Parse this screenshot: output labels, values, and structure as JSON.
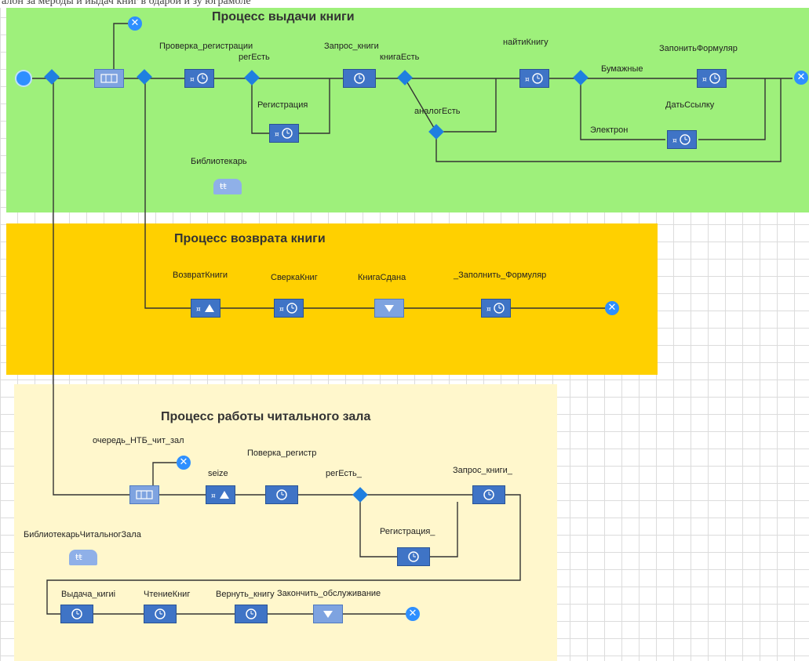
{
  "top_strip": {
    "text": "алон за мероды и иыдач книг в одарой и зу юграмоле"
  },
  "pools": {
    "issue": {
      "title": "Процесс выдачи книги",
      "color": "#9ef07b",
      "labels": {
        "check_reg": "Проверка_регистрации",
        "regEst": "регЕсть",
        "request": "Запрос_книги",
        "bookEst": "книгаЕсть",
        "find": "найтиКнигу",
        "fill": "ЗапонитьФормуляр",
        "paper": "Бумажные",
        "registration": "Регистрация",
        "analog": "аналогЕсть",
        "link": "ДатьСсылку",
        "electron": "Электрон",
        "librarian": "Библиотекарь"
      }
    },
    "return": {
      "title": "Процесс возврата книги",
      "color": "#ffd000",
      "labels": {
        "return_book": "ВозвратКниги",
        "reconcile": "СверкаКниг",
        "handed": "КнигаСдана",
        "fill": "_Заполнить_Формуляр"
      }
    },
    "reading": {
      "title": "Процесс работы читального зала",
      "color": "#fff7cc",
      "labels": {
        "queue": "очередь_НТБ_чит_зал",
        "seize": "seize",
        "check": "Поверка_регистр",
        "regEst": "регЕсть_",
        "request": "Запрос_книги_",
        "registration": "Регистрация_",
        "librarian": "БиблиотекарьЧитальногЗала",
        "finish": "Закончить_обслуживание",
        "issue": "Выдача_кигиi",
        "read": "ЧтениеКниг",
        "ret": "Вернуть_книгу"
      }
    }
  },
  "colors": {
    "block": "#3f74c6",
    "block_light": "#7ea3e0",
    "diamond": "#1f7fe0",
    "sink": "#2e8fff",
    "line": "#333333"
  },
  "icons": {
    "delay": "clock-icon",
    "service": "service-clock-icon",
    "seize": "seize-icon",
    "release": "release-icon",
    "queue": "queue-icon",
    "select": "select-diamond-icon",
    "sink": "sink-x-icon",
    "source": "source-icon",
    "resource": "resource-pool-icon"
  }
}
